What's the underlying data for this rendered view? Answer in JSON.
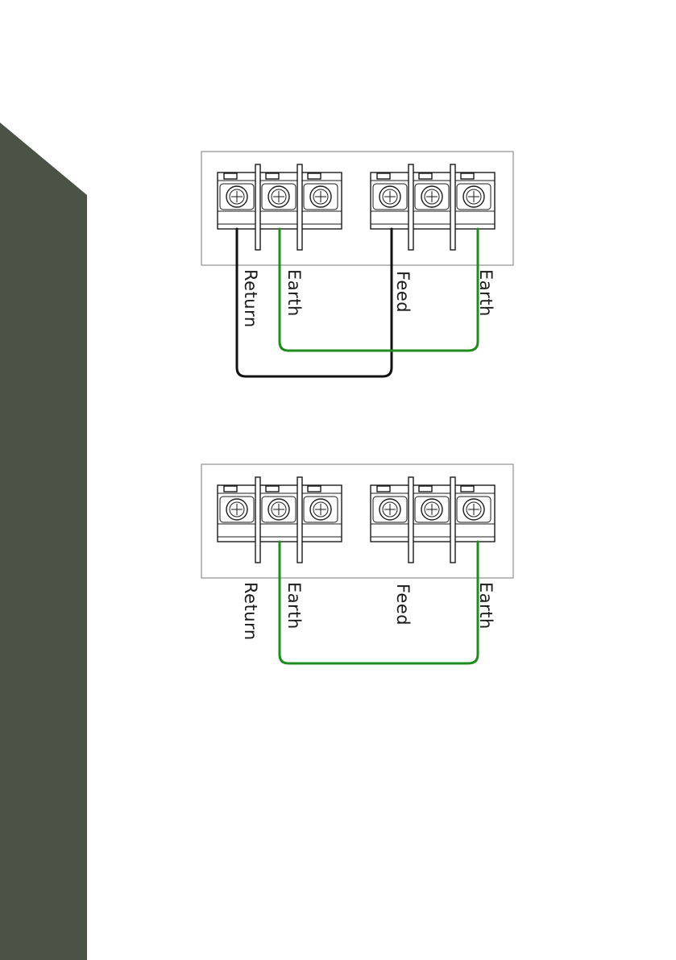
{
  "colors": {
    "side_band": "#4a5346",
    "earth_wire": "#1e8c1e",
    "return_feed_wire": "#111111"
  },
  "diagrams": [
    {
      "id": "top",
      "labels": {
        "return": "Return",
        "earth_left": "Earth",
        "feed": "Feed",
        "earth_right": "Earth"
      },
      "bridge_wires": [
        "earth",
        "return_feed"
      ]
    },
    {
      "id": "bottom",
      "labels": {
        "return": "Return",
        "earth_left": "Earth",
        "feed": "Feed",
        "earth_right": "Earth"
      },
      "bridge_wires": [
        "earth"
      ]
    }
  ]
}
